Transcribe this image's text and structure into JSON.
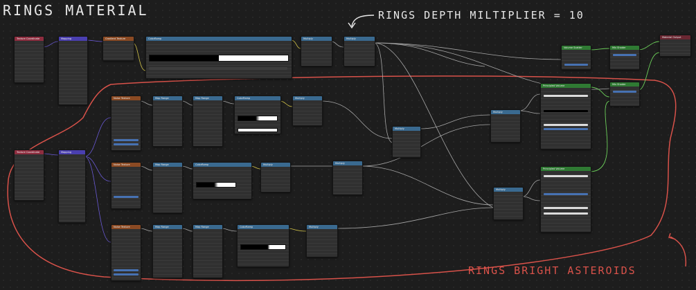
{
  "annotations": {
    "main_title": "RINGS MATERIAL",
    "depth_note": "RINGS DEPTH MILTIPLIER = 10",
    "bright_note": "RINGS BRIGHT ASTEROIDS"
  },
  "colors": {
    "background": "#1d1d1d",
    "annotation_red": "#d9524a",
    "annotation_white": "#e8e8e8",
    "wire_gray": "#a8a8a8",
    "wire_yellow": "#d8c84a",
    "wire_purple": "#6a5ad6",
    "wire_green": "#6ccf5a"
  },
  "nodes": {
    "texcoord_top": "Texture Coordinate",
    "mapping_top": "Mapping",
    "gradient_texture": "Gradient Texture",
    "colorramp_top": "ColorRamp",
    "math_top_1": "Multiply",
    "math_top_2": "Multiply",
    "texcoord_bottom": "Texture Coordinate",
    "mapping_bottom": "Mapping",
    "noise_1": "Noise Texture",
    "noise_2": "Noise Texture",
    "noise_3": "Noise Texture",
    "maprange_1a": "Map Range",
    "maprange_1b": "Map Range",
    "maprange_2": "Map Range",
    "maprange_3a": "Map Range",
    "maprange_3b": "Map Range",
    "colorramp_1": "ColorRamp",
    "colorramp_2": "ColorRamp",
    "colorramp_3": "ColorRamp",
    "multiply_1": "Multiply",
    "multiply_2": "Multiply",
    "multiply_3": "Multiply",
    "multiply_mid": "Multiply",
    "multiply_mid2": "Multiply",
    "multiply_r1": "Multiply",
    "multiply_r2": "Multiply",
    "volume_scatter": "Volume Scatter",
    "mix_shader_top": "Mix Shader",
    "mix_shader_mid": "Mix Shader",
    "principled_1": "Principled Volume",
    "principled_2": "Principled Volume",
    "material_output": "Material Output"
  }
}
